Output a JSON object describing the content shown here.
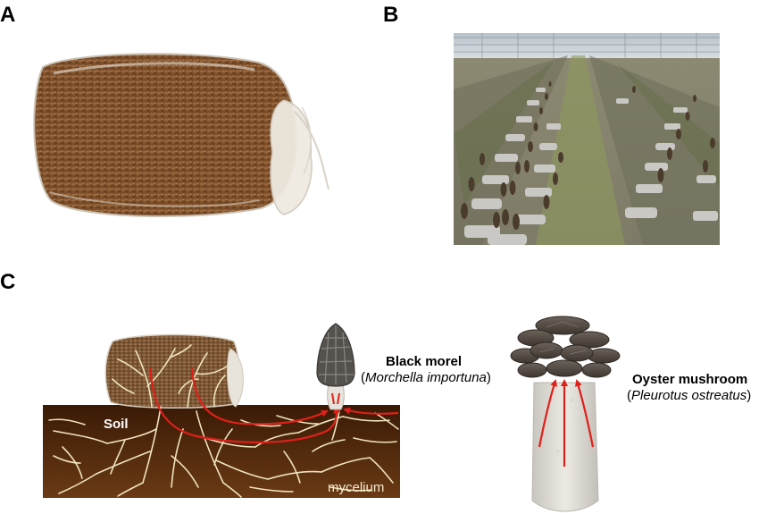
{
  "panels": {
    "a_letter": "A",
    "b_letter": "B",
    "c_letter": "C"
  },
  "diagram": {
    "soil_label": "Soil",
    "mycelium_label": "mycelium",
    "morel": {
      "common_name": "Black morel",
      "scientific_name": "Morchella importuna",
      "paren_open": "(",
      "paren_close": ")"
    },
    "oyster": {
      "common_name": "Oyster mushroom",
      "scientific_name": "Pleurotus ostreatus",
      "paren_open": "(",
      "paren_close": ")"
    }
  },
  "colors": {
    "soil_top": "#3a1a06",
    "soil_bottom": "#6a3a14",
    "mycelium": "#efe3bd",
    "nutrient_arrow": "#e0201a",
    "bag_substrate": "#8a5a32",
    "greenhouse_ground": "#8c8a6e"
  }
}
